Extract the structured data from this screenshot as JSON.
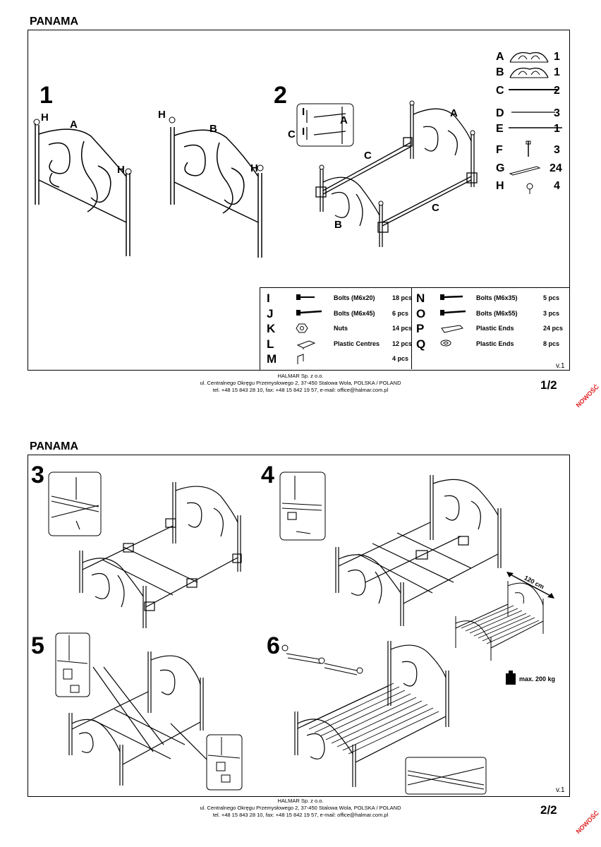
{
  "page1": {
    "title": "PANAMA",
    "steps": [
      "1",
      "2"
    ],
    "labels": {
      "A": "A",
      "B": "B",
      "C": "C",
      "H": "H",
      "I": "I"
    },
    "parts": [
      {
        "letter": "A",
        "qty": "1",
        "icon": "headboard-icon"
      },
      {
        "letter": "B",
        "qty": "1",
        "icon": "footboard-icon"
      },
      {
        "letter": "C",
        "qty": "2",
        "icon": "long-rail-icon"
      },
      {
        "letter": "D",
        "qty": "3",
        "icon": "slat-bar-icon"
      },
      {
        "letter": "E",
        "qty": "1",
        "icon": "center-rail-icon"
      },
      {
        "letter": "F",
        "qty": "3",
        "icon": "leg-icon"
      },
      {
        "letter": "G",
        "qty": "24",
        "icon": "slat-icon"
      },
      {
        "letter": "H",
        "qty": "4",
        "icon": "finial-icon"
      }
    ],
    "hardware_left": [
      {
        "letter": "I",
        "desc": "Bolts (M6x20)",
        "qty": "18 pcs"
      },
      {
        "letter": "J",
        "desc": "Bolts (M6x45)",
        "qty": "6 pcs"
      },
      {
        "letter": "K",
        "desc": "Nuts",
        "qty": "14 pcs"
      },
      {
        "letter": "L",
        "desc": "Plastic Centres",
        "qty": "12 pcs"
      },
      {
        "letter": "M",
        "desc": "",
        "qty": "4 pcs"
      }
    ],
    "hardware_right": [
      {
        "letter": "N",
        "desc": "Bolts (M6x35)",
        "qty": "5 pcs"
      },
      {
        "letter": "O",
        "desc": "Bolts (M6x55)",
        "qty": "3 pcs"
      },
      {
        "letter": "P",
        "desc": "Plastic Ends",
        "qty": "24 pcs"
      },
      {
        "letter": "Q",
        "desc": "Plastic Ends",
        "qty": "8 pcs"
      }
    ],
    "version": "v.1",
    "page_number": "1/2"
  },
  "page2": {
    "title": "PANAMA",
    "steps": [
      "3",
      "4",
      "5",
      "6"
    ],
    "dimension": "120 cm",
    "max_load": "max. 200 kg",
    "version": "v.1",
    "page_number": "2/2"
  },
  "footer": {
    "line1": "HALMAR Sp. z o.o.",
    "line2": "ul. Centralnego Okręgu Przemysłowego 2, 37-450 Stalowa Wola, POLSKA / POLAND",
    "line3": "tel. +48 15 843 28 10, fax: +48 15 842 19 57, e-mail: office@halmar.com.pl"
  },
  "badge": "NOWOŚĆ"
}
